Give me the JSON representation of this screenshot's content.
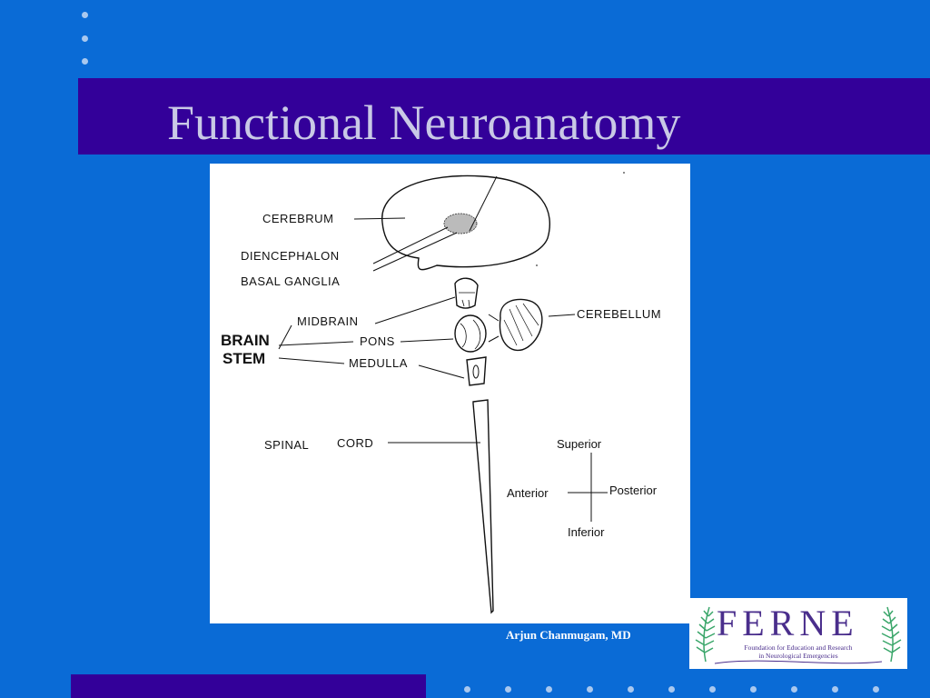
{
  "slide": {
    "title": "Functional Neuroanatomy",
    "author": "Arjun Chanmugam, MD"
  },
  "diagram": {
    "labels": {
      "cerebrum": "CEREBRUM",
      "diencephalon": "DIENCEPHALON",
      "basal_ganglia": "BASAL GANGLIA",
      "midbrain": "MIDBRAIN",
      "pons": "PONS",
      "medulla": "MEDULLA",
      "cerebellum": "CEREBELLUM",
      "brain": "BRAIN",
      "stem": "STEM",
      "spinal": "SPINAL",
      "cord": "CORD"
    },
    "orientation": {
      "superior": "Superior",
      "inferior": "Inferior",
      "anterior": "Anterior",
      "posterior": "Posterior"
    }
  },
  "logo": {
    "letters": "FERNE",
    "caption_line1": "Foundation for Education and Research",
    "caption_line2": "in Neurological Emergencies",
    "icon": "fern-icon"
  },
  "colors": {
    "background": "#0a6bd6",
    "bar": "#330099",
    "title_text": "#c9c9e6",
    "logo_purple": "#4a2e8c",
    "fern_green": "#3aa66a"
  }
}
